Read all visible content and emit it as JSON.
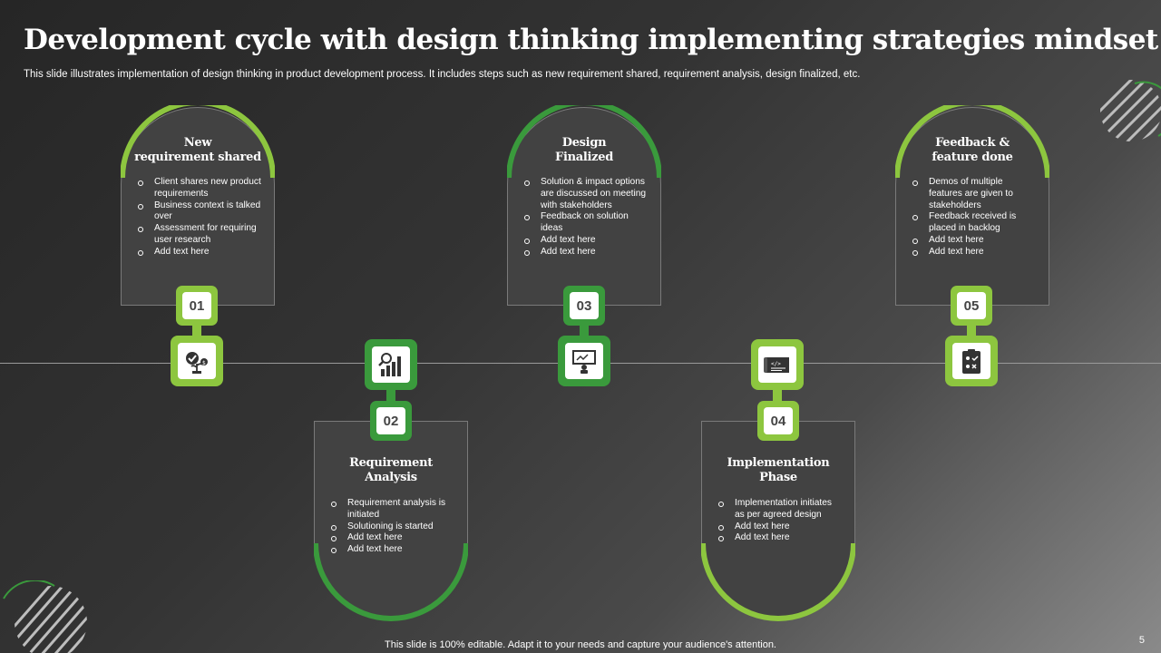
{
  "slide": {
    "title": "Development cycle with design thinking implementing strategies mindset",
    "subtitle": "This slide illustrates implementation of design thinking in product development process. It includes steps such as new requirement shared, requirement analysis, design finalized, etc.",
    "footer": "This slide is 100% editable. Adapt it to your needs and capture your audience's attention.",
    "page_number": "5"
  },
  "colors": {
    "lime": "#8dc63f",
    "green": "#3a9a3c",
    "card": "#424242"
  },
  "steps": [
    {
      "number": "01",
      "title": "New\nrequirement shared",
      "icon": "plant-money-icon",
      "bullets": [
        "Client shares new product requirements",
        "Business context is talked over",
        "Assessment for requiring user research",
        "Add text here"
      ]
    },
    {
      "number": "02",
      "title": "Requirement\nAnalysis",
      "icon": "analysis-chart-icon",
      "bullets": [
        "Requirement analysis is initiated",
        "Solutioning is started",
        "Add text here",
        "Add text here"
      ]
    },
    {
      "number": "03",
      "title": "Design\nFinalized",
      "icon": "presentation-board-icon",
      "bullets": [
        "Solution & impact options are discussed on meeting with stakeholders",
        "Feedback on solution ideas",
        "Add text here",
        "Add text here"
      ]
    },
    {
      "number": "04",
      "title": "Implementation\nPhase",
      "icon": "code-blueprint-icon",
      "bullets": [
        "Implementation initiates as per agreed design",
        "Add text here",
        "Add text here"
      ]
    },
    {
      "number": "05",
      "title": "Feedback &\nfeature done",
      "icon": "checklist-board-icon",
      "bullets": [
        "Demos of multiple features are given to stakeholders",
        "Feedback received is placed in backlog",
        "Add text here",
        "Add text here"
      ]
    }
  ]
}
